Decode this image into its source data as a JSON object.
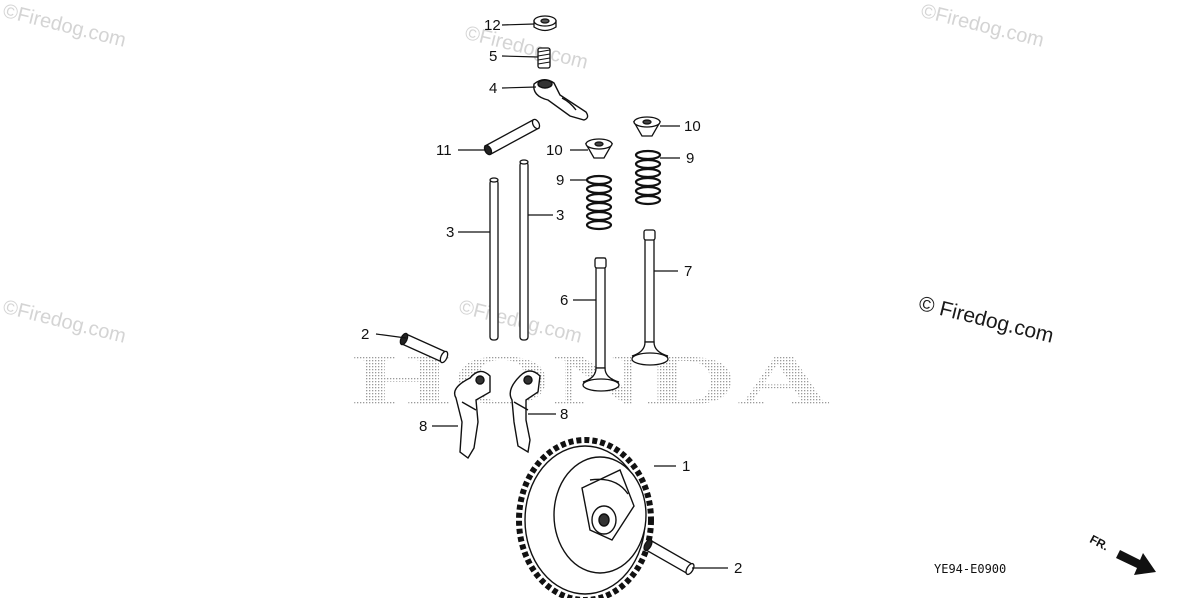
{
  "watermark": {
    "text": "©Firedog.com",
    "main_text": "© Firedog.com"
  },
  "brand_text": "HONDA",
  "diagram_code": "YE94-E0900",
  "direction_label": "FR.",
  "parts": [
    {
      "id": "cam-gear",
      "label": "1"
    },
    {
      "id": "pin-upper",
      "label": "2"
    },
    {
      "id": "pin-lower",
      "label": "2"
    },
    {
      "id": "push-rod-left",
      "label": "3"
    },
    {
      "id": "push-rod-right",
      "label": "3"
    },
    {
      "id": "rocker-arm",
      "label": "4"
    },
    {
      "id": "adjusting-screw",
      "label": "5"
    },
    {
      "id": "intake-valve",
      "label": "6"
    },
    {
      "id": "exhaust-valve",
      "label": "7"
    },
    {
      "id": "cam-follower-left",
      "label": "8"
    },
    {
      "id": "cam-follower-right",
      "label": "8"
    },
    {
      "id": "valve-spring-left",
      "label": "9"
    },
    {
      "id": "valve-spring-right",
      "label": "9"
    },
    {
      "id": "retainer-left",
      "label": "10"
    },
    {
      "id": "retainer-right",
      "label": "10"
    },
    {
      "id": "rocker-shaft",
      "label": "11"
    },
    {
      "id": "lock-nut",
      "label": "12"
    }
  ]
}
